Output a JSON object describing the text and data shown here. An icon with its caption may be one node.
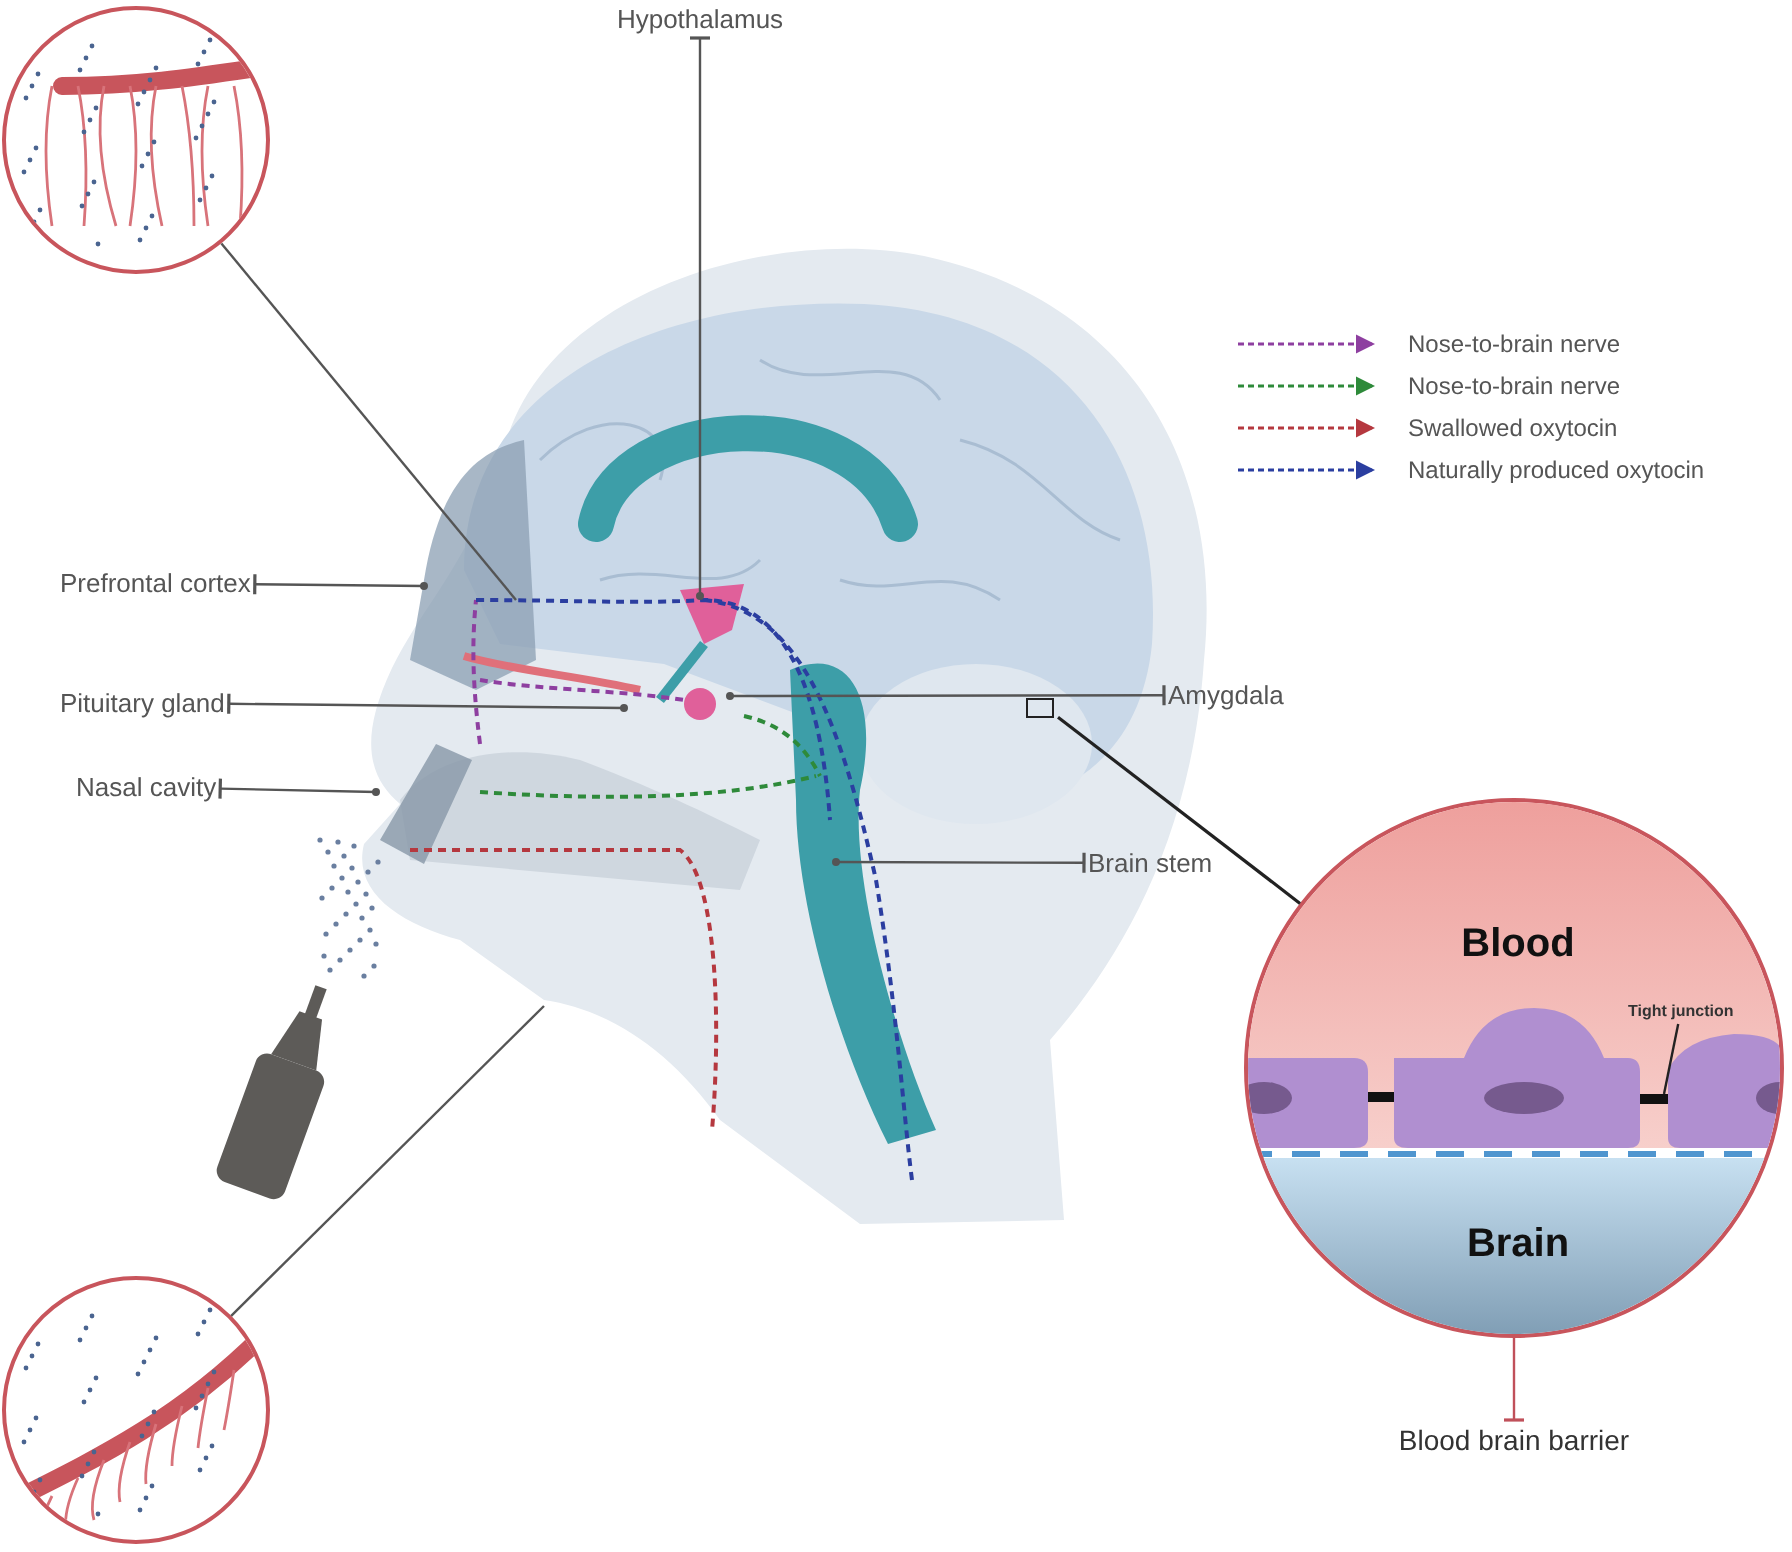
{
  "diagram": {
    "nodes": [
      {
        "text": [
          "Hypothalamus"
        ]
      },
      {
        "text": [
          "Prefrontal cortex"
        ]
      },
      {
        "text": [
          "Pituitary gland"
        ]
      },
      {
        "text": [
          "Nasal cavity"
        ]
      },
      {
        "text": [
          "Amygdala"
        ]
      },
      {
        "text": [
          "Brain stem"
        ]
      },
      {
        "text": [
          "Blood brain barrier"
        ]
      },
      {
        "text": [
          "Blood",
          "Brain"
        ]
      },
      {
        "text": [],
        "shape": "circle"
      },
      {
        "text": [],
        "shape": "circle"
      },
      {
        "text": [],
        "shape": "box"
      },
      {
        "text": [
          "Tight junction"
        ],
        "in": 7
      }
    ],
    "edges": [
      {
        "from": 0,
        "to": null,
        "arrow": "other"
      },
      {
        "from": 1,
        "to": null,
        "arrow": "other"
      },
      {
        "from": 2,
        "to": null,
        "arrow": "other"
      },
      {
        "from": 3,
        "to": null,
        "arrow": "other"
      },
      {
        "from": 4,
        "to": null,
        "arrow": "other"
      },
      {
        "from": 5,
        "to": null,
        "arrow": "other"
      },
      {
        "from": 8,
        "to": null,
        "arrow": "none"
      },
      {
        "from": 9,
        "to": null,
        "arrow": "none"
      },
      {
        "from": 10,
        "to": 7,
        "arrow": "none",
        "color": "#222222"
      },
      {
        "from": 6,
        "to": 7,
        "arrow": "other",
        "color": "#c0505a"
      },
      {
        "from": 11,
        "to": null,
        "arrow": "none",
        "color": "#222222"
      }
    ],
    "legend": [
      {
        "text": "Nose-to-brain nerve"
      },
      {
        "text": "Nose-to-brain nerve"
      },
      {
        "text": "Swallowed oxytocin"
      },
      {
        "text": "Naturally produced oxytocin"
      }
    ]
  }
}
